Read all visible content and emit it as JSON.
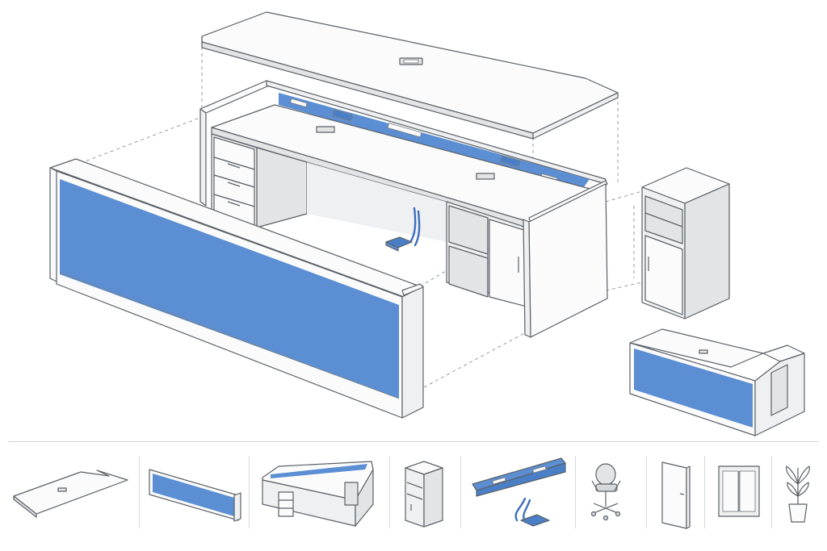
{
  "diagram": {
    "components": [
      {
        "id": "countertop",
        "icon": "countertop-icon"
      },
      {
        "id": "modesty-panel",
        "icon": "blue-panel-icon"
      },
      {
        "id": "reception-desk-base",
        "icon": "desk-base-icon"
      },
      {
        "id": "storage-cabinet",
        "icon": "cabinet-icon"
      },
      {
        "id": "cable-tray",
        "icon": "cable-tray-icon"
      },
      {
        "id": "office-chair",
        "icon": "chair-icon"
      },
      {
        "id": "door",
        "icon": "door-icon"
      },
      {
        "id": "window",
        "icon": "window-icon"
      },
      {
        "id": "potted-plant",
        "icon": "plant-icon"
      }
    ],
    "colors": {
      "accent": "#5b8ed2",
      "outline": "#5b6167",
      "surface": "#fbfbfb"
    }
  }
}
